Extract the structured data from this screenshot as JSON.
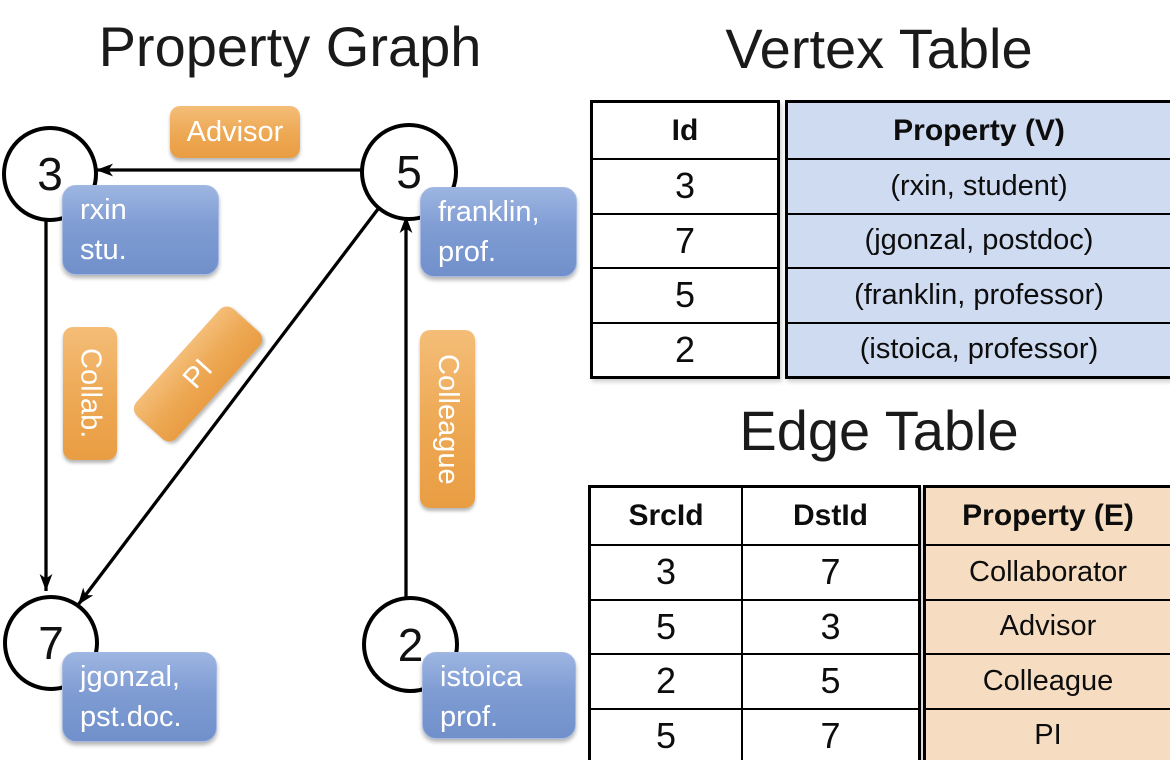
{
  "graph": {
    "title": "Property Graph",
    "nodes": {
      "n3": {
        "id": "3",
        "name": "rxin",
        "role": "stu."
      },
      "n5": {
        "id": "5",
        "name": "franklin,",
        "role": "prof."
      },
      "n7": {
        "id": "7",
        "name": "jgonzal,",
        "role": "pst.doc."
      },
      "n2": {
        "id": "2",
        "name": "istoica",
        "role": "prof."
      }
    },
    "edge_labels": {
      "advisor": "Advisor",
      "collab": "Collab.",
      "pi": "PI",
      "colleague": "Colleague"
    }
  },
  "vertex_table": {
    "title": "Vertex Table",
    "columns": {
      "id": "Id",
      "property": "Property (V)"
    },
    "rows": [
      {
        "id": "3",
        "property": "(rxin, student)"
      },
      {
        "id": "7",
        "property": "(jgonzal, postdoc)"
      },
      {
        "id": "5",
        "property": "(franklin, professor)"
      },
      {
        "id": "2",
        "property": "(istoica, professor)"
      }
    ]
  },
  "edge_table": {
    "title": "Edge Table",
    "columns": {
      "src": "SrcId",
      "dst": "DstId",
      "property": "Property (E)"
    },
    "rows": [
      {
        "src": "3",
        "dst": "7",
        "property": "Collaborator"
      },
      {
        "src": "5",
        "dst": "3",
        "property": "Advisor"
      },
      {
        "src": "2",
        "dst": "5",
        "property": "Colleague"
      },
      {
        "src": "5",
        "dst": "7",
        "property": "PI"
      }
    ]
  },
  "colors": {
    "edge_label_orange": "#EA9F45",
    "node_label_blue": "#7D97CE",
    "vertex_property_fill": "#CFDBF1",
    "edge_property_fill": "#F6DDC2",
    "line_black": "#000000"
  }
}
